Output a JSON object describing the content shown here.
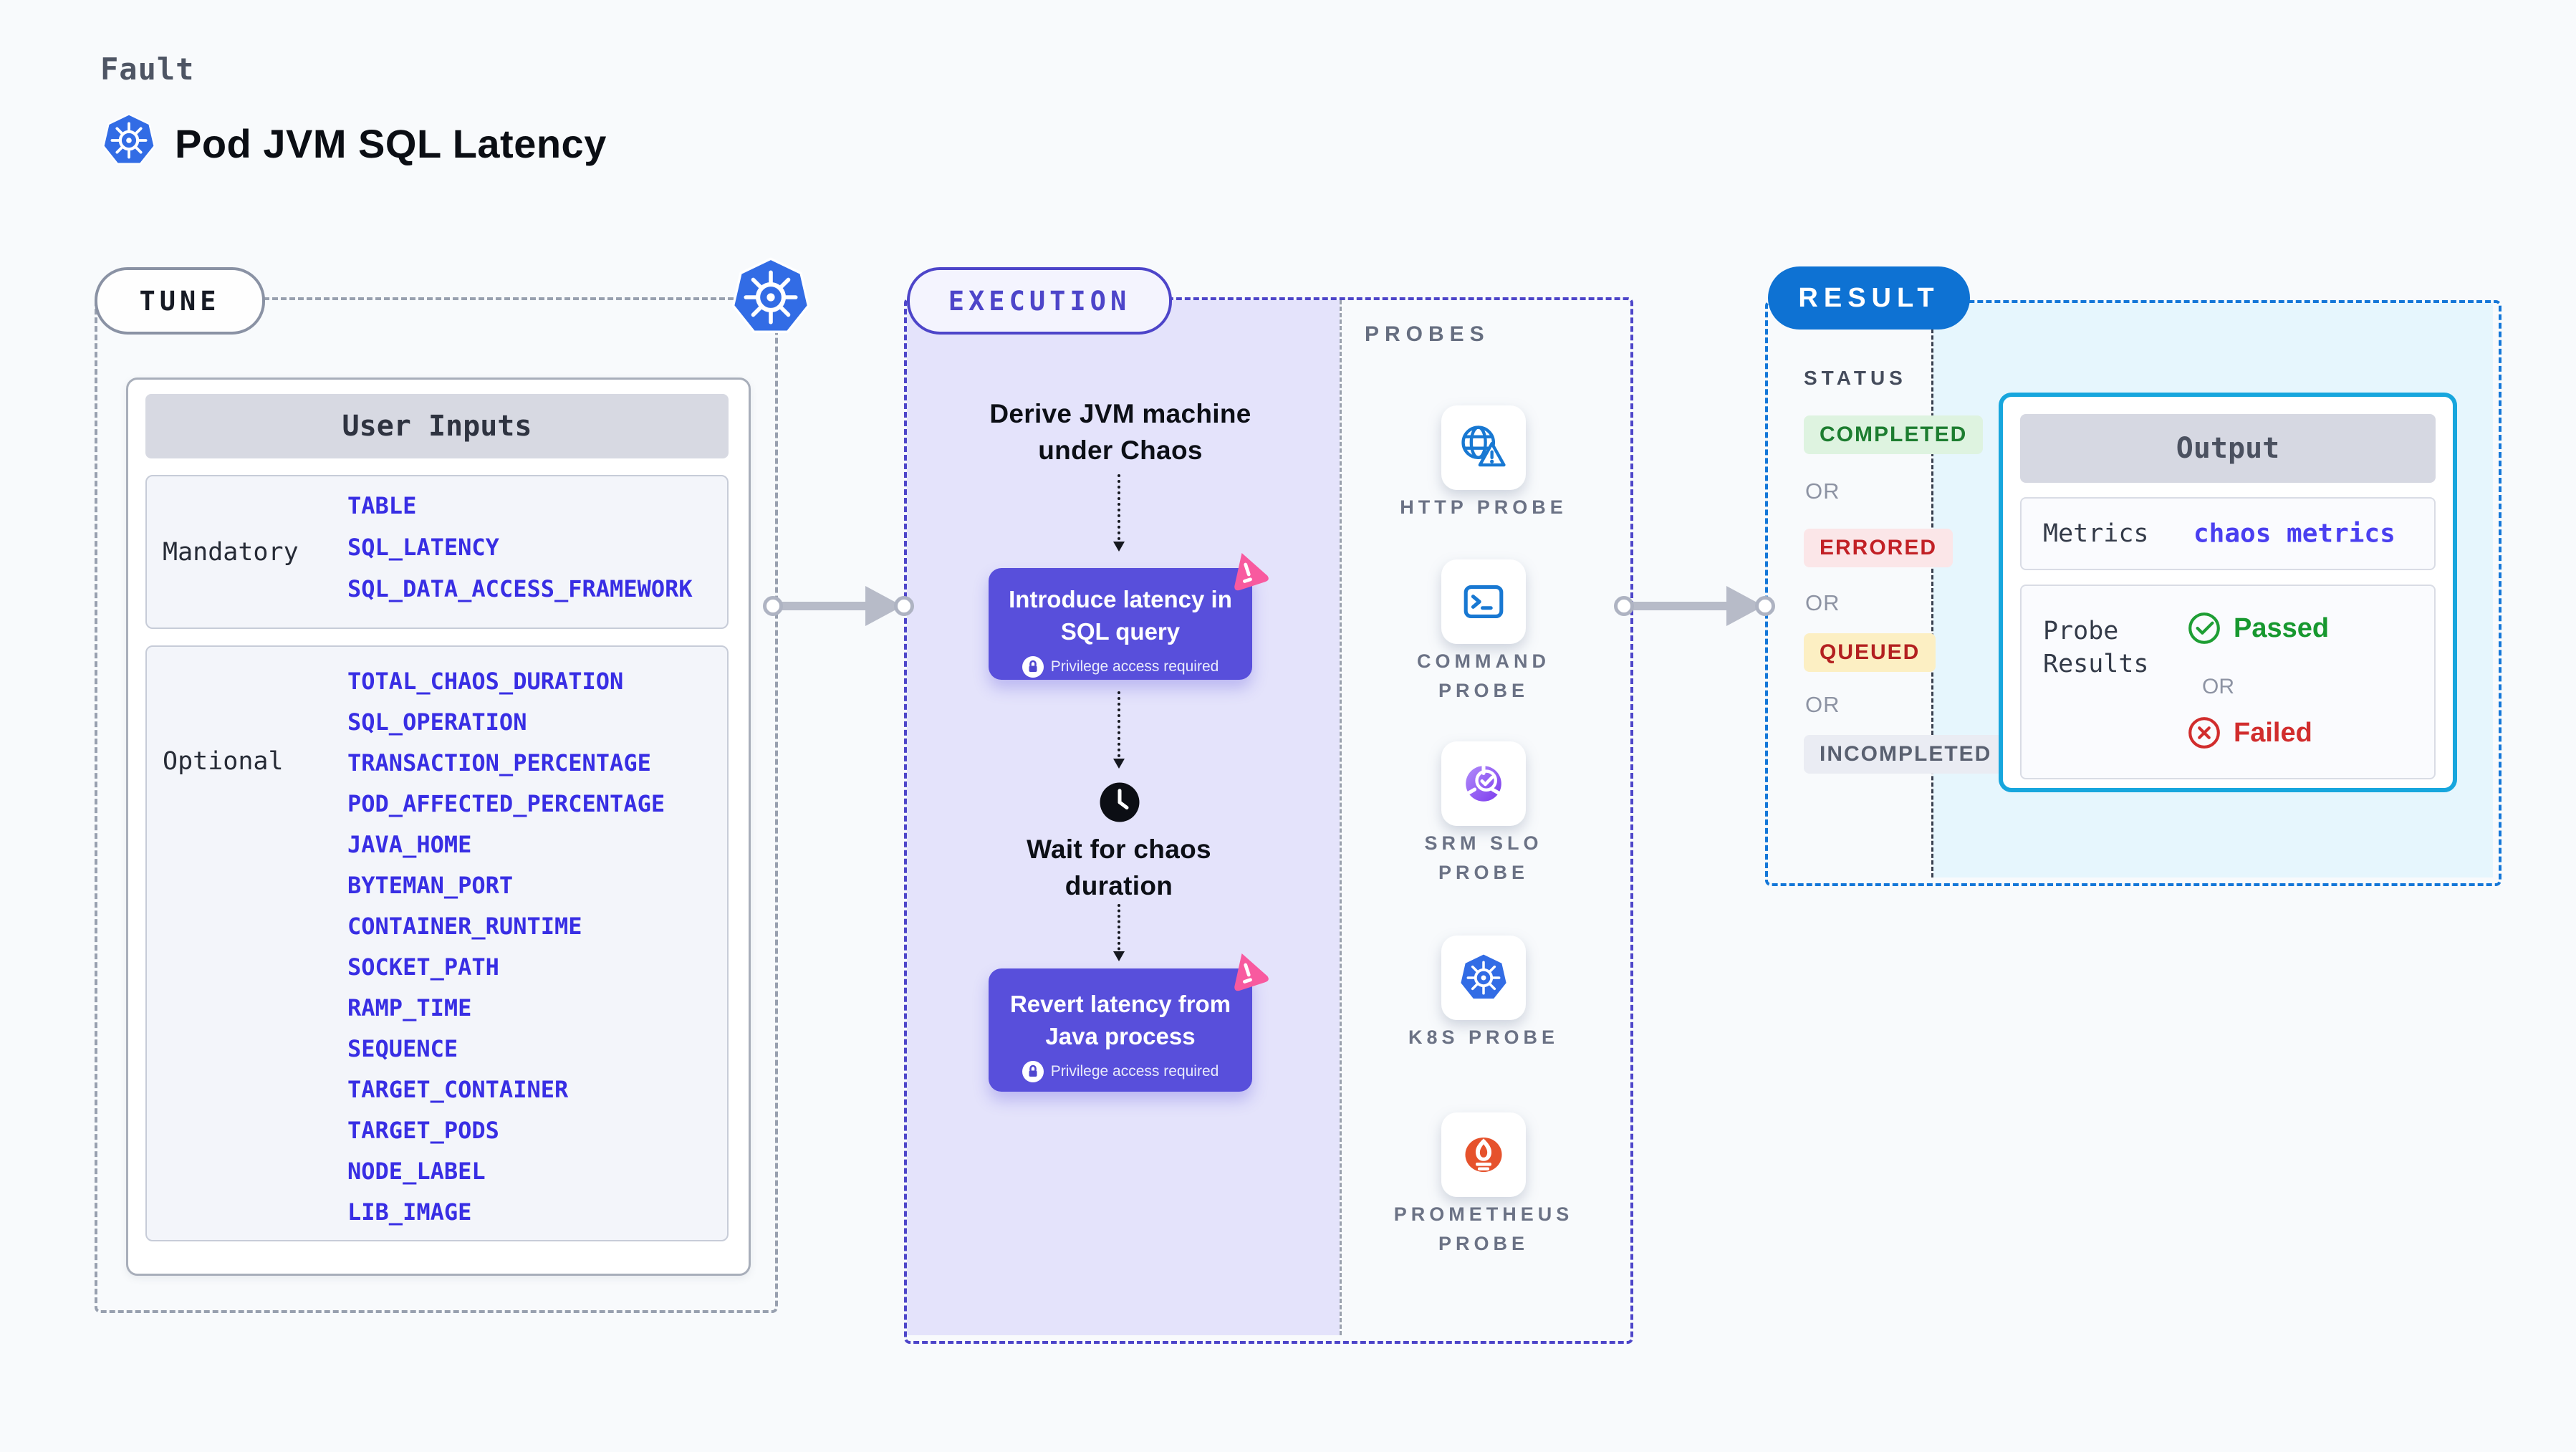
{
  "header": {
    "kicker": "Fault",
    "title": "Pod JVM SQL Latency"
  },
  "tune": {
    "label": "TUNE",
    "user_inputs": {
      "title": "User Inputs",
      "mandatory": {
        "label": "Mandatory",
        "params": [
          "TABLE",
          "SQL_LATENCY",
          "SQL_DATA_ACCESS_FRAMEWORK"
        ]
      },
      "optional": {
        "label": "Optional",
        "params": [
          "TOTAL_CHAOS_DURATION",
          "SQL_OPERATION",
          "TRANSACTION_PERCENTAGE",
          "POD_AFFECTED_PERCENTAGE",
          "JAVA_HOME",
          "BYTEMAN_PORT",
          "CONTAINER_RUNTIME",
          "SOCKET_PATH",
          "RAMP_TIME",
          "SEQUENCE",
          "TARGET_CONTAINER",
          "TARGET_PODS",
          "NODE_LABEL",
          "LIB_IMAGE"
        ]
      }
    }
  },
  "execution": {
    "label": "EXECUTION",
    "step_derive": "Derive JVM machine under Chaos",
    "step_introduce": {
      "title": "Introduce latency in SQL query",
      "badge": "Privilege access required"
    },
    "step_wait": "Wait for chaos duration",
    "step_revert": {
      "title": "Revert latency from Java process",
      "badge": "Privilege access required"
    }
  },
  "probes": {
    "title": "PROBES",
    "items": [
      {
        "label": "HTTP PROBE",
        "icon": "http-probe-icon"
      },
      {
        "label": "COMMAND PROBE",
        "icon": "command-probe-icon"
      },
      {
        "label": "SRM SLO PROBE",
        "icon": "srm-slo-probe-icon"
      },
      {
        "label": "K8S PROBE",
        "icon": "k8s-probe-icon"
      },
      {
        "label": "PROMETHEUS PROBE",
        "icon": "prometheus-probe-icon"
      }
    ]
  },
  "result": {
    "label": "RESULT",
    "status": {
      "title": "STATUS",
      "or": "OR",
      "badges": [
        {
          "text": "COMPLETED"
        },
        {
          "text": "ERRORED"
        },
        {
          "text": "QUEUED"
        },
        {
          "text": "INCOMPLETED"
        }
      ]
    },
    "output": {
      "title": "Output",
      "metrics_label": "Metrics",
      "metrics_value": "chaos metrics",
      "probe_results_label": "Probe Results",
      "passed": "Passed",
      "or": "OR",
      "failed": "Failed"
    }
  },
  "colors": {
    "kubernetes_blue": "#326ce5",
    "execution_indigo": "#4d45c9",
    "node_purple": "#584fdb",
    "chaos_pink": "#f85a9f",
    "result_blue": "#0e72d3",
    "output_border_cyan": "#17a6dd",
    "passed_green": "#1e9e34",
    "failed_red": "#d12d2d",
    "param_blue": "#382ee4",
    "prometheus_orange": "#e6522c"
  }
}
